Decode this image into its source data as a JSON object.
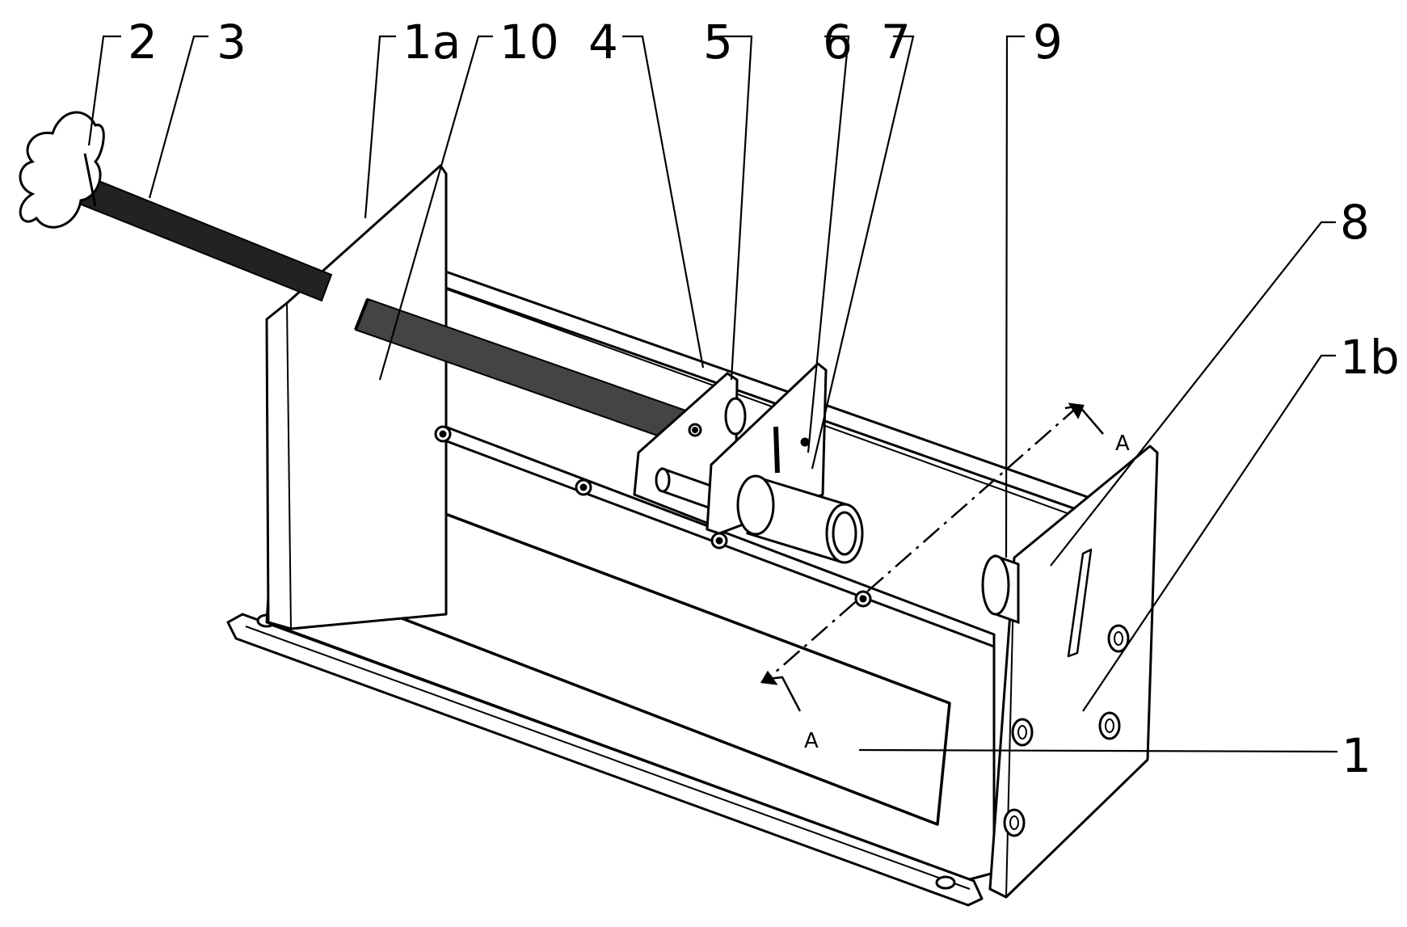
{
  "callouts": {
    "c2": "2",
    "c3": "3",
    "c1a": "1a",
    "c10": "10",
    "c4": "4",
    "c5": "5",
    "c6": "6",
    "c7": "7",
    "c9": "9",
    "c8": "8",
    "c1b": "1b",
    "c1": "1"
  },
  "annotations": {
    "section_top": "A",
    "section_bottom": "A"
  }
}
